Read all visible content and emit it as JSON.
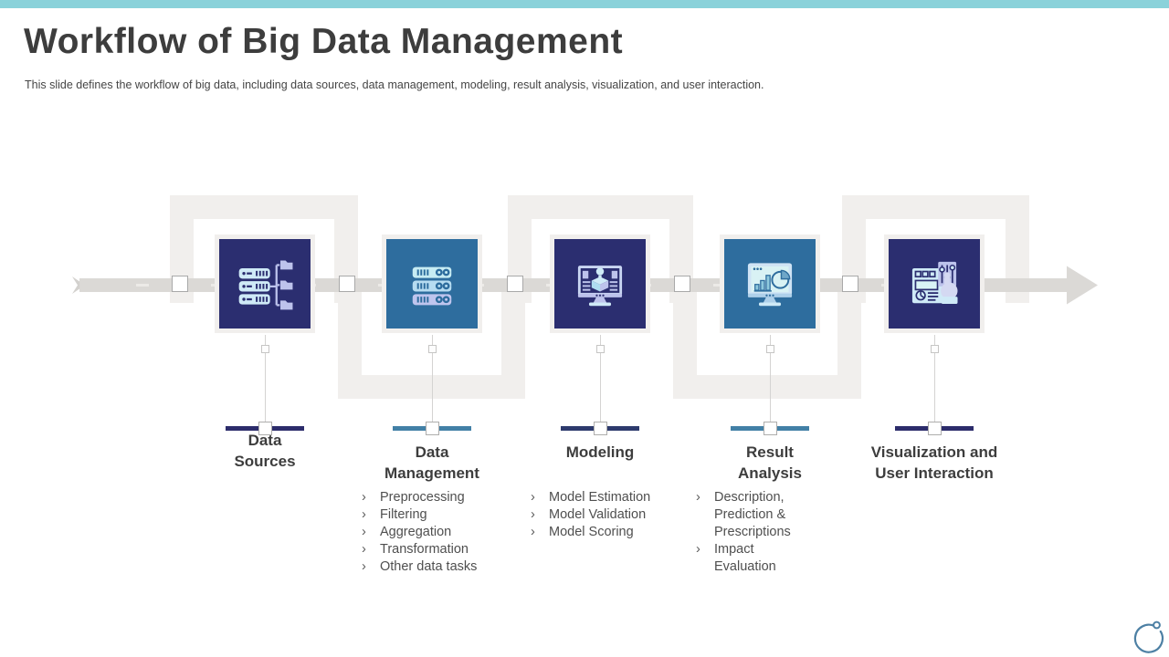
{
  "page": {
    "accent_bar_color": "#8ad2da",
    "title": "Workflow of Big Data Management",
    "subtitle": "This slide defines the workflow of big data, including data sources, data management, modeling, result analysis, visualization, and user interaction."
  },
  "workflow": {
    "bullet_char": "›",
    "steps": [
      {
        "label": "Data Sources",
        "icon": "database-folders-icon",
        "tile_color": "#2b2e70",
        "bar_color": "#2c2c6b",
        "items": []
      },
      {
        "label": "Data Management",
        "icon": "server-rack-icon",
        "tile_color": "#2e6d9e",
        "bar_color": "#4280a6",
        "items": [
          "Preprocessing",
          "Filtering",
          "Aggregation",
          "Transformation",
          "Other data tasks"
        ]
      },
      {
        "label": "Modeling",
        "icon": "monitor-idea-box-icon",
        "tile_color": "#2b2e70",
        "bar_color": "#2d3a6d",
        "items": [
          "Model Estimation",
          "Model Validation",
          "Model Scoring"
        ]
      },
      {
        "label": "Result Analysis",
        "icon": "monitor-charts-icon",
        "tile_color": "#2e6d9e",
        "bar_color": "#4280a6",
        "items": [
          "Description, Prediction & Prescriptions",
          "Impact Evaluation"
        ]
      },
      {
        "label": "Visualization and User Interaction",
        "icon": "dashboard-touch-icon",
        "tile_color": "#2b2e70",
        "bar_color": "#2c2c6b",
        "items": []
      }
    ]
  },
  "logo": {
    "name": "circular-ring-logo",
    "color": "#4d80a4"
  }
}
